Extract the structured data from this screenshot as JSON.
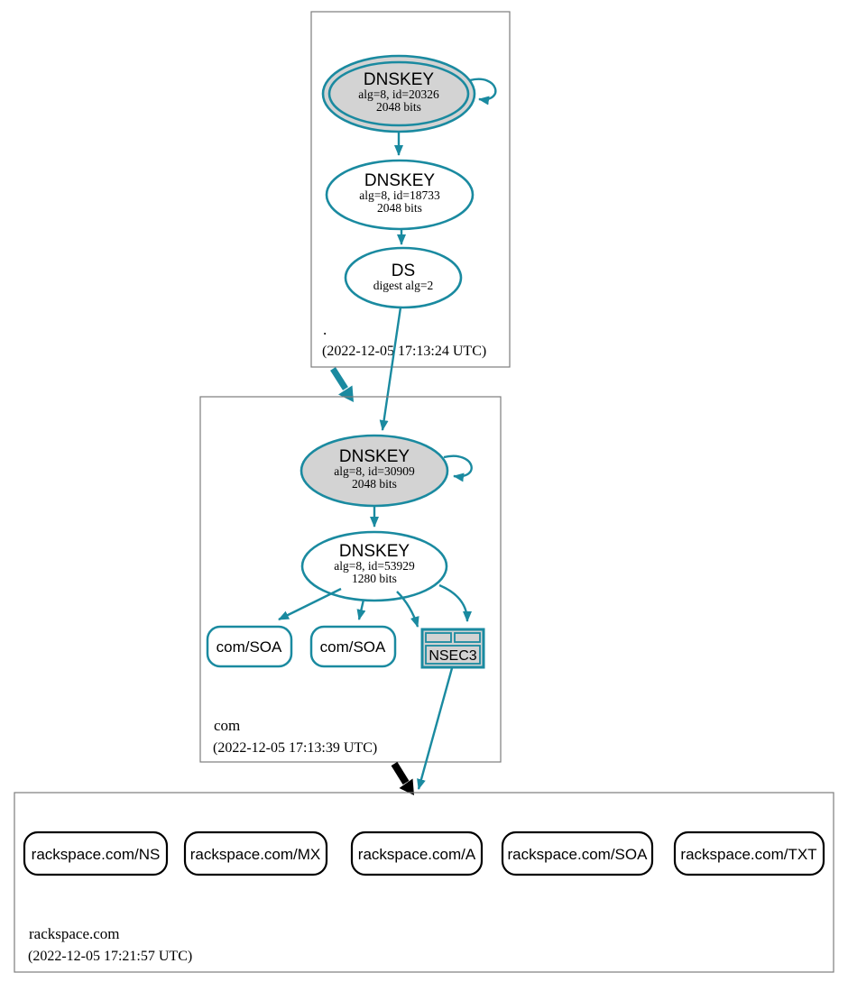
{
  "diagram": {
    "kind": "dnssec-authentication-chain",
    "colors": {
      "secure_edge": "#1a8aa0",
      "insecure_delegation": "#000000",
      "ksk_fill": "#d3d3d3",
      "nsec3_fill": "#d3d3d3",
      "node_fill": "#ffffff",
      "zone_border": "#7d7d7d",
      "text": "#000000"
    },
    "zones": {
      "root": {
        "label": ".",
        "timestamp": "(2022-12-05 17:13:24 UTC)",
        "ksk": {
          "title": "DNSKEY",
          "detail1": "alg=8, id=20326",
          "detail2": "2048 bits"
        },
        "zsk": {
          "title": "DNSKEY",
          "detail1": "alg=8, id=18733",
          "detail2": "2048 bits"
        },
        "ds": {
          "title": "DS",
          "detail1": "digest alg=2"
        }
      },
      "com": {
        "label": "com",
        "timestamp": "(2022-12-05 17:13:39 UTC)",
        "ksk": {
          "title": "DNSKEY",
          "detail1": "alg=8, id=30909",
          "detail2": "2048 bits"
        },
        "zsk": {
          "title": "DNSKEY",
          "detail1": "alg=8, id=53929",
          "detail2": "1280 bits"
        },
        "rrsets": [
          {
            "label": "com/SOA"
          },
          {
            "label": "com/SOA"
          }
        ],
        "nsec3": {
          "label": "NSEC3"
        }
      },
      "rackspace": {
        "label": "rackspace.com",
        "timestamp": "(2022-12-05 17:21:57 UTC)",
        "rrsets": [
          {
            "label": "rackspace.com/NS"
          },
          {
            "label": "rackspace.com/MX"
          },
          {
            "label": "rackspace.com/A"
          },
          {
            "label": "rackspace.com/SOA"
          },
          {
            "label": "rackspace.com/TXT"
          }
        ]
      }
    }
  }
}
